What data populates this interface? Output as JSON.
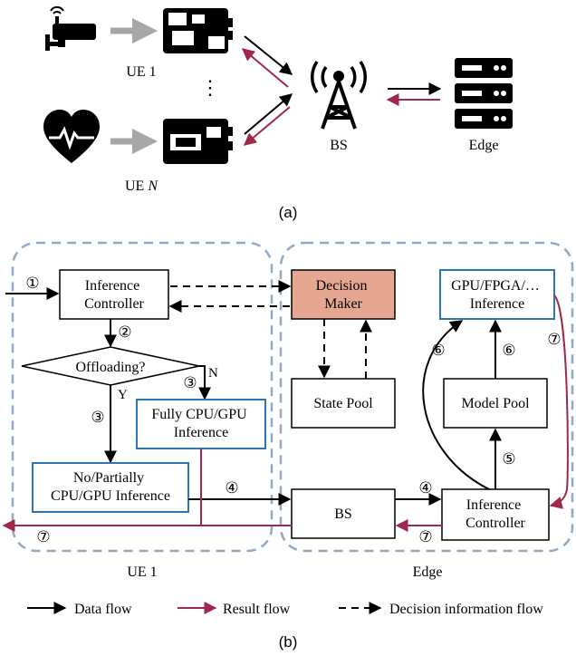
{
  "colors": {
    "black": "#000000",
    "result": "#a0284a",
    "gray_arrow": "#a6a6a6",
    "dash_border": "#8fa9c6",
    "blue_box": "#2e75b6",
    "decision_fill": "#e6a792"
  },
  "part_a": {
    "caption": "(a)",
    "ue1_label": "UE 1",
    "uen_label_prefix": "UE ",
    "uen_label_var": "N",
    "ellipsis": "⋮",
    "bs_label": "BS",
    "edge_label": "Edge",
    "icons": [
      "camera-icon",
      "board-icon",
      "heart-icon",
      "tower-icon",
      "server-icon"
    ]
  },
  "part_b": {
    "caption": "(b)",
    "ue_group_label": "UE 1",
    "edge_group_label": "Edge",
    "ue_inference_controller": [
      "Inference",
      "Controller"
    ],
    "offloading": "Offloading?",
    "yes": "Y",
    "no": "N",
    "fully_inference": [
      "Fully CPU/GPU",
      "Inference"
    ],
    "partial_inference": [
      "No/Partially",
      "CPU/GPU Inference"
    ],
    "decision_maker": [
      "Decision",
      "Maker"
    ],
    "state_pool": "State Pool",
    "gpu_inference": [
      "GPU/FPGA/…",
      "Inference"
    ],
    "model_pool": "Model Pool",
    "bs": "BS",
    "edge_inference_controller": [
      "Inference",
      "Controller"
    ],
    "steps": {
      "s1": "①",
      "s2": "②",
      "s3": "③",
      "s4": "④",
      "s5": "⑤",
      "s6": "⑥",
      "s7": "⑦"
    }
  },
  "legend": {
    "data_flow": "Data flow",
    "result_flow": "Result flow",
    "decision_flow": "Decision information flow"
  }
}
